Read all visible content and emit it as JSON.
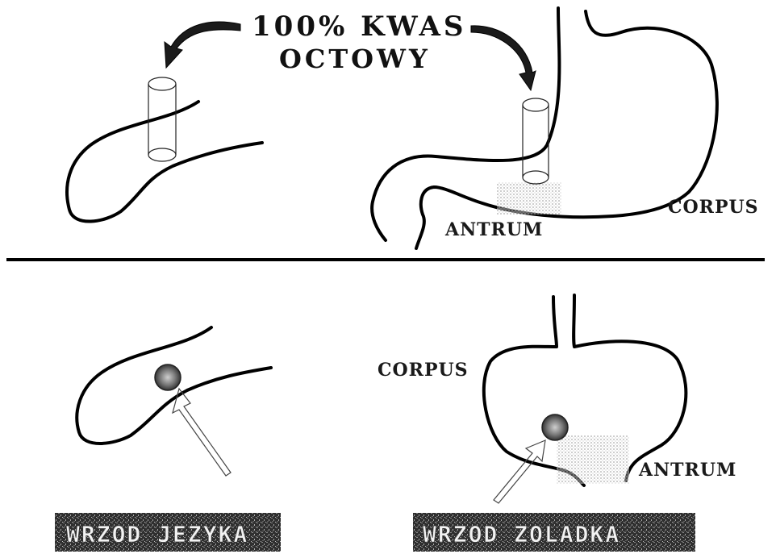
{
  "top": {
    "title_line1": "100% KWAS",
    "title_line2": "OCTOWY",
    "label_antrum": "ANTRUM",
    "label_corpus": "CORPUS"
  },
  "bottom": {
    "label_corpus": "CORPUS",
    "label_antrum": "ANTRUM",
    "banner_left": "WRZOD JEZYKA",
    "banner_right": "WRZOD ZOLADKA"
  },
  "colors": {
    "ink": "#000000",
    "banner_bg": "#3a3a3a",
    "lesion": "#555555"
  }
}
